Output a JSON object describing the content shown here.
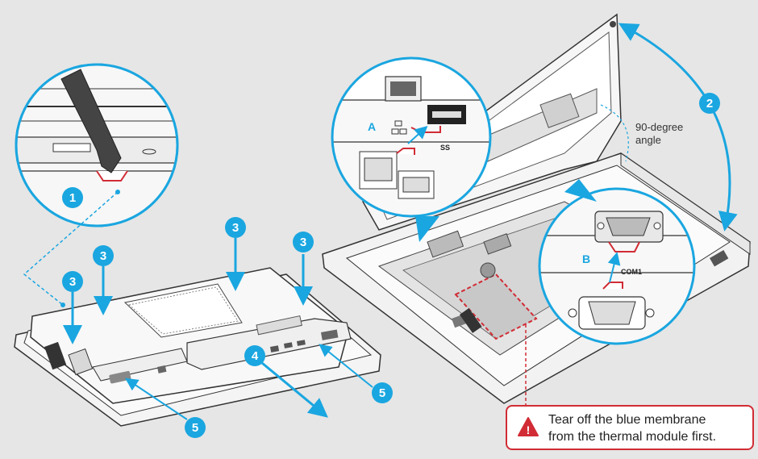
{
  "badges": {
    "step1": "1",
    "step2": "2",
    "step3": "3",
    "step4": "4",
    "step5": "5"
  },
  "angle_label": [
    "90-degree",
    "angle"
  ],
  "callouts": {
    "a_letter": "A",
    "b_letter": "B",
    "usb_text": "SS",
    "com_text": "COM1"
  },
  "warning": {
    "line1": "Tear off the blue membrane",
    "line2": "from the thermal module first."
  },
  "colors": {
    "accent_blue": "#1aa6e0",
    "warning_red": "#d12c35",
    "line_gray": "#3a3a3a",
    "background": "#e6e6e6"
  }
}
